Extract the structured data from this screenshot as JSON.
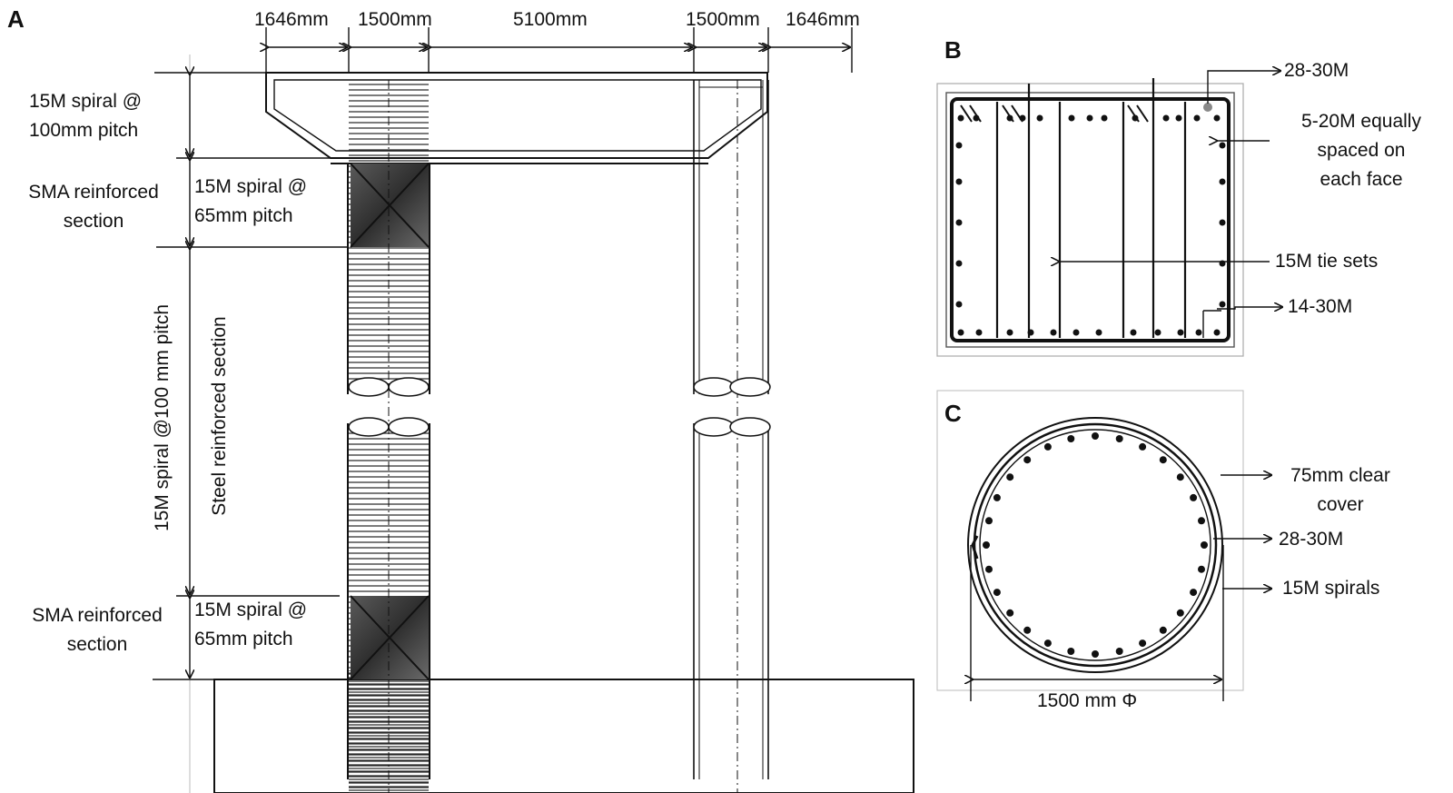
{
  "panels": {
    "a": "A",
    "b": "B",
    "c": "C"
  },
  "panel_a": {
    "dimensions": [
      "1646mm",
      "1500mm",
      "5100mm",
      "1500mm",
      "1646mm"
    ],
    "cap_spiral": [
      "15M spiral @",
      "100mm pitch"
    ],
    "sma_top": {
      "section": [
        "SMA reinforced",
        "section"
      ],
      "spiral": [
        "15M spiral @",
        "65mm pitch"
      ]
    },
    "steel_spiral": "15M spiral @100 mm pitch",
    "steel_section": "Steel reinforced section",
    "sma_bottom": {
      "section": [
        "SMA reinforced",
        "section"
      ],
      "spiral": [
        "15M spiral @",
        "65mm pitch"
      ]
    }
  },
  "panel_b": {
    "top_bars": "28-30M",
    "side_bars": [
      "5-20M equally",
      "spaced on",
      "each face"
    ],
    "ties": "15M tie sets",
    "bottom_bars": "14-30M"
  },
  "panel_c": {
    "cover": [
      "75mm clear",
      "cover"
    ],
    "bars": "28-30M",
    "spirals": "15M spirals",
    "diameter": "1500 mm Φ"
  }
}
